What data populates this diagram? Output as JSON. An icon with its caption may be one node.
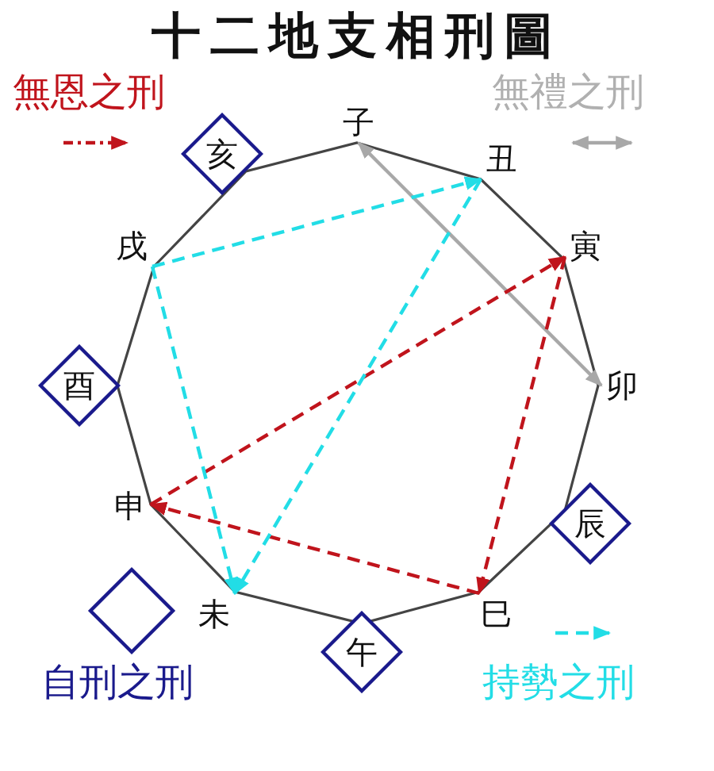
{
  "diagram": {
    "title": "十二地支相刑圖",
    "nodes": [
      {
        "text": [
          "子"
        ]
      },
      {
        "text": [
          "丑"
        ]
      },
      {
        "text": [
          "寅"
        ]
      },
      {
        "text": [
          "卯"
        ]
      },
      {
        "text": [
          "辰"
        ]
      },
      {
        "text": [
          "巳"
        ]
      },
      {
        "text": [
          "午"
        ]
      },
      {
        "text": [
          "未"
        ]
      },
      {
        "text": [
          "申"
        ]
      },
      {
        "text": [
          "酉"
        ]
      },
      {
        "text": [
          "戌"
        ]
      },
      {
        "text": [
          "亥"
        ]
      }
    ],
    "edges": [
      {
        "from": 0,
        "to": 3,
        "arrow": "both",
        "color": "#a8a8a8"
      },
      {
        "from": 8,
        "to": 2,
        "arrow": "to",
        "style": "dashed",
        "color": "#c0141c"
      },
      {
        "from": 2,
        "to": 5,
        "arrow": "to",
        "style": "dashed",
        "color": "#c0141c"
      },
      {
        "from": 5,
        "to": 8,
        "arrow": "to",
        "style": "dashed",
        "color": "#c0141c"
      },
      {
        "from": 10,
        "to": 1,
        "arrow": "to",
        "style": "dashed",
        "color": "#22dde6"
      },
      {
        "from": 1,
        "to": 7,
        "arrow": "to",
        "style": "dashed",
        "color": "#22dde6"
      },
      {
        "from": 10,
        "to": 7,
        "arrow": "to",
        "style": "dashed",
        "color": "#22dde6"
      }
    ],
    "legend": [
      {
        "text": "無恩之刑"
      },
      {
        "text": "無禮之刑"
      },
      {
        "text": "自刑之刑"
      },
      {
        "text": "持勢之刑"
      }
    ]
  }
}
